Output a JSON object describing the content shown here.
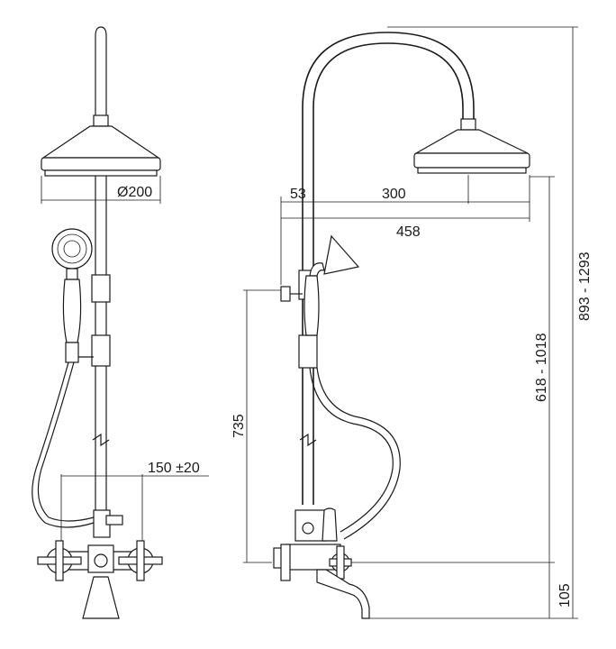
{
  "front_view": {
    "diameter_label": "Ø200",
    "spacing_label": "150 ±20"
  },
  "side_view": {
    "offset_label": "53",
    "head_label": "300",
    "projection_label": "458",
    "hand_shower_height_label": "735",
    "head_height_label": "618 - 1018",
    "total_height_label": "893 - 1293",
    "spout_height_label": "105"
  }
}
